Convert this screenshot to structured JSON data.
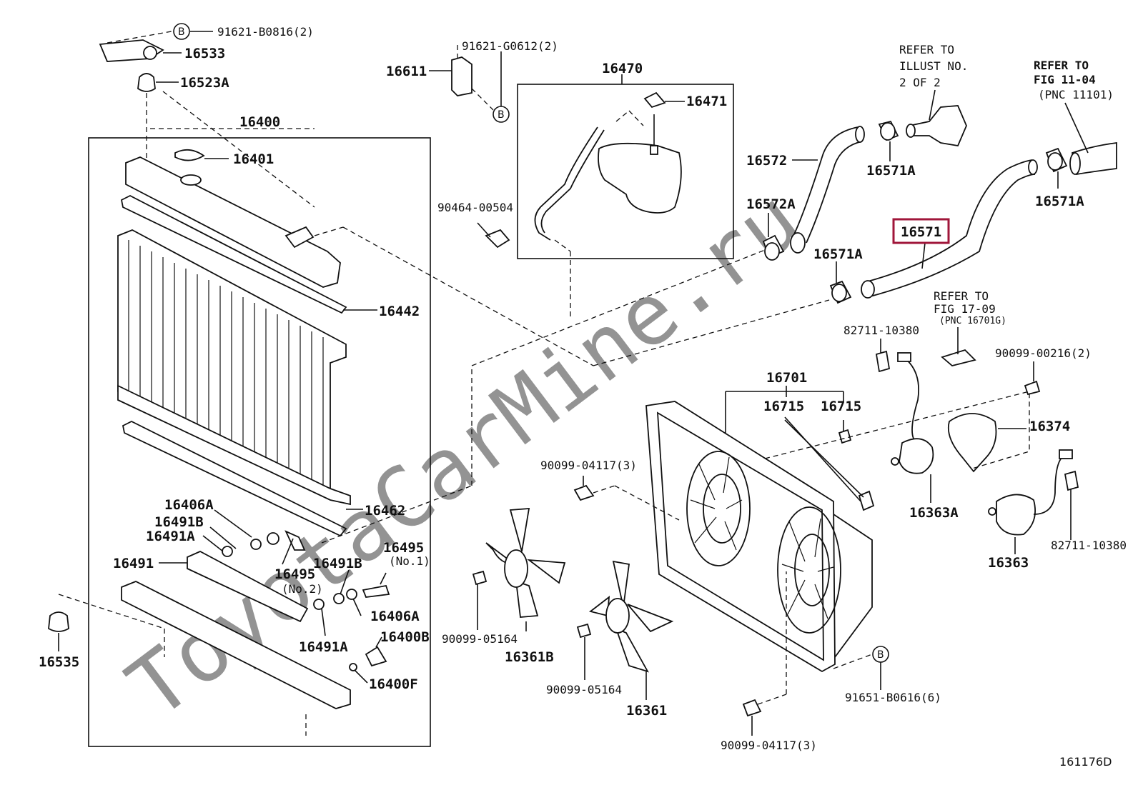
{
  "watermark": "ToyotaCarMine.ru",
  "figure_id": "161176D",
  "highlighted_part": "16571",
  "callout_marker": "B",
  "labels": {
    "p91621B0816": "91621-B0816(2)",
    "p16533": "16533",
    "p16523A": "16523A",
    "p16400": "16400",
    "p16401": "16401",
    "p16442": "16442",
    "p16462": "16462",
    "p16406A_top": "16406A",
    "p16491B_top": "16491B",
    "p16491A_top": "16491A",
    "p16491": "16491",
    "p16495_left": "16495",
    "p16495_left_sub": "(No.2)",
    "p16491B_mid": "16491B",
    "p16495_right": "16495",
    "p16495_right_sub": "(No.1)",
    "p16406A_bot": "16406A",
    "p16400B": "16400B",
    "p16491A_bot": "16491A",
    "p16400F": "16400F",
    "p16535": "16535",
    "p16611": "16611",
    "p91621G0612": "91621-G0612(2)",
    "p16470": "16470",
    "p16471": "16471",
    "p9046400504": "90464-00504",
    "p16572": "16572",
    "p16572A": "16572A",
    "p16571A_1": "16571A",
    "p16571A_2": "16571A",
    "p16571A_3": "16571A",
    "p16571": "16571",
    "refer1_l1": "REFER TO",
    "refer1_l2": "ILLUST NO.",
    "refer1_l3": "2 OF 2",
    "refer2_l1": "REFER TO",
    "refer2_l2": "FIG 11-04",
    "refer2_l3": "(PNC 11101)",
    "refer3_l1": "REFER TO",
    "refer3_l2": "FIG 17-09",
    "refer3_l3": "(PNC 16701G)",
    "p8271110380_top": "82711-10380",
    "p9009900216": "90099-00216(2)",
    "p16701": "16701",
    "p16715_a": "16715",
    "p16715_b": "16715",
    "p16374": "16374",
    "p9009904117_top": "90099-04117(3)",
    "p16363A": "16363A",
    "p8271110380_bot": "82711-10380",
    "p16363": "16363",
    "p9009905164_left": "90099-05164",
    "p16361B": "16361B",
    "p9009905164_mid": "90099-05164",
    "p16361": "16361",
    "p9165180616": "91651-B0616(6)",
    "p9009904117_bot": "90099-04117(3)"
  }
}
